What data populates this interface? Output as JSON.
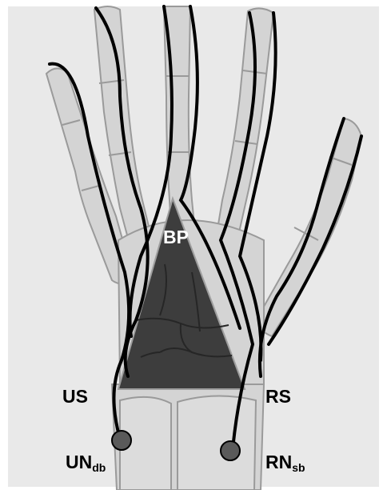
{
  "figure": {
    "labels": {
      "bp": "BP",
      "us": "US",
      "rs": "RS",
      "un": {
        "main": "UN",
        "sub": "db"
      },
      "rn": {
        "main": "RN",
        "sub": "sb"
      }
    },
    "colors": {
      "panel": "#e9e9e9",
      "bone": "#d4d4d4",
      "bone_outline": "#9a9a9a",
      "triangle": "#3d3d3d",
      "nerve": "#000000",
      "text": "#000000",
      "bp_text": "#ffffff"
    }
  }
}
